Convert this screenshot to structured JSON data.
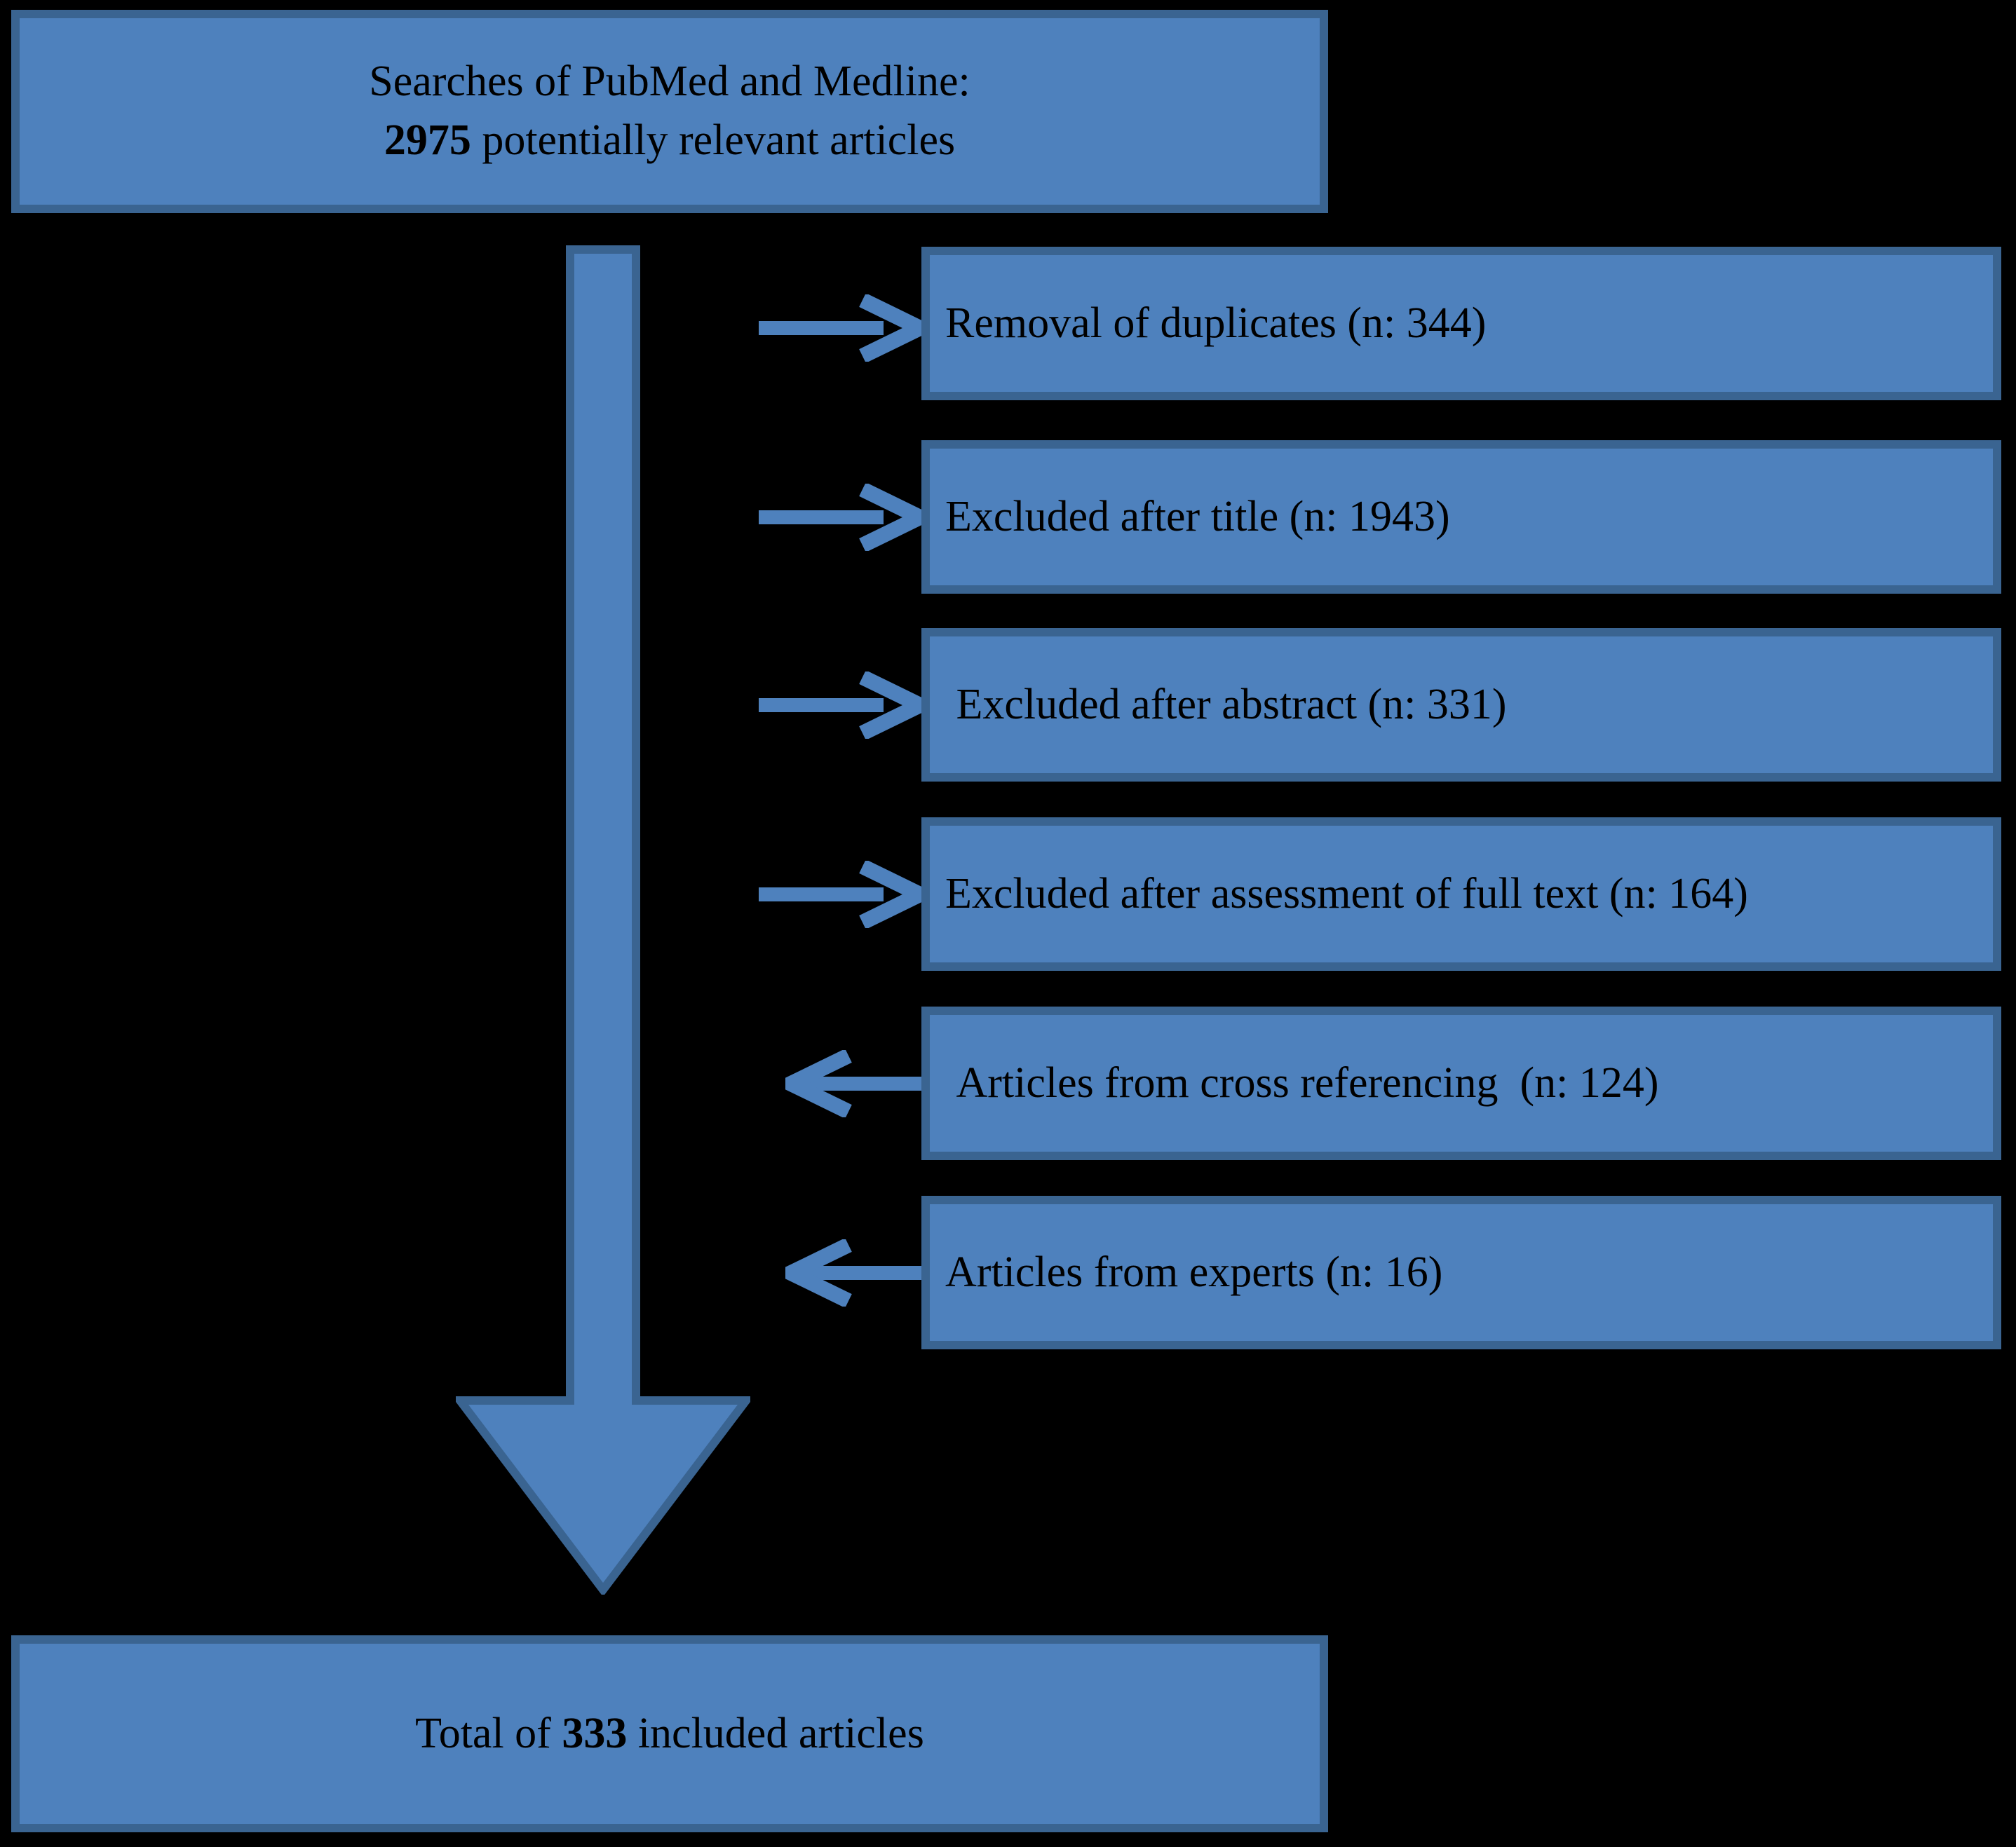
{
  "diagram": {
    "type": "prisma-study-selection-flowchart",
    "colors": {
      "box_fill": "#4E81BD",
      "box_border": "#3A6491",
      "arrow_fill": "#4E81BD",
      "arrow_border": "#3A6491",
      "background": "#000000",
      "text": "#000000"
    },
    "top_box": {
      "line1": "Searches of PubMed and Medline:",
      "count": "2975",
      "line2_suffix": " potentially relevant articles"
    },
    "bottom_box": {
      "prefix": "Total of ",
      "count": "333",
      "suffix": " included articles"
    },
    "steps": [
      {
        "label": "Removal of duplicates (n: 344)",
        "n": 344,
        "direction": "out"
      },
      {
        "label": "Excluded after title (n: 1943)",
        "n": 1943,
        "direction": "out"
      },
      {
        "label": " Excluded after abstract (n: 331)",
        "n": 331,
        "direction": "out"
      },
      {
        "label": "Excluded after assessment of full text (n: 164)",
        "n": 164,
        "direction": "out"
      },
      {
        "label": " Articles from cross referencing  (n: 124)",
        "n": 124,
        "direction": "in"
      },
      {
        "label": "Articles from experts (n: 16)",
        "n": 16,
        "direction": "in"
      }
    ],
    "main_flow_arrow": "down-arrow"
  }
}
